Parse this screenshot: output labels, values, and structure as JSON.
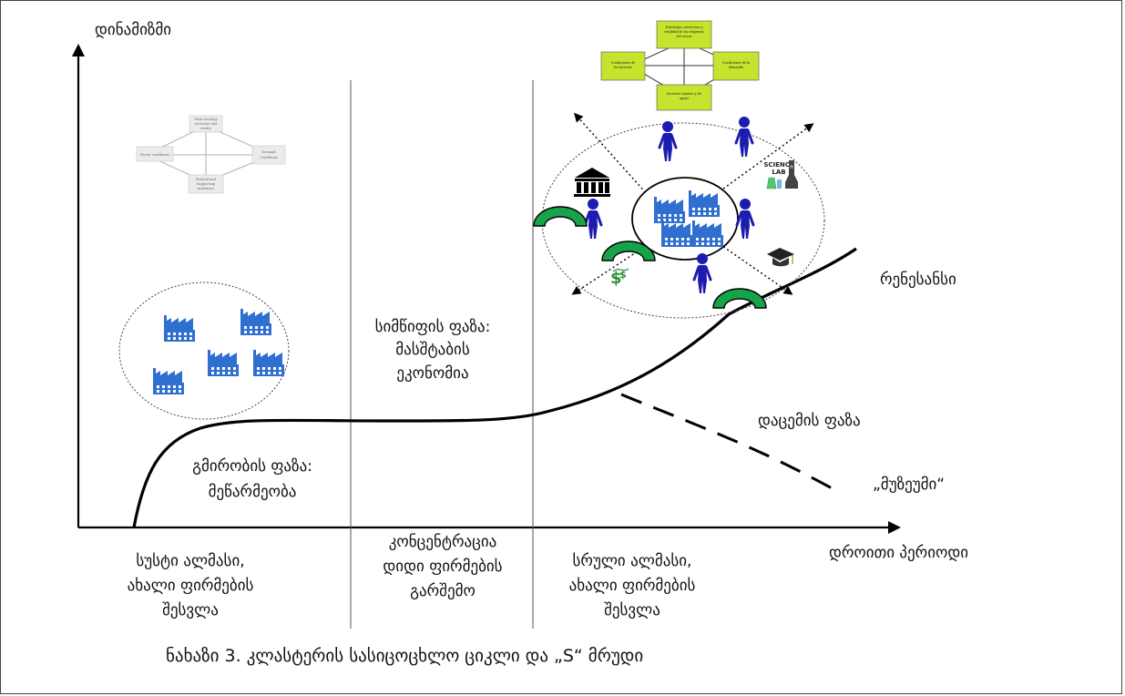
{
  "axes": {
    "y_label": "დინამიზმი",
    "x_label": "დროითი პერიოდი"
  },
  "phases": {
    "heroic": [
      "გმირობის ფაზა:",
      "მეწარმეობა"
    ],
    "competition": [
      "სიმწიფის ფაზა:",
      "მასშტაბის",
      "ეკონომია"
    ],
    "renaissance": "რენესანსი",
    "decline": "დაცემის ფაზა",
    "museum": "„მუზეუმი“"
  },
  "bottom_labels": {
    "col1": [
      "სუსტი ალმასი,",
      "ახალი ფირმების",
      "შესვლა"
    ],
    "col2": [
      "კონცენტრაცია",
      "დიდი ფირმების",
      "გარშემო"
    ],
    "col3": [
      "სრული ალმასი,",
      "ახალი ფირმების",
      "შესვლა"
    ]
  },
  "caption": "ნახაზი 3. კლასტერის სასიცოცხლო ციკლი და „S“ მრუდი",
  "small_diamond": {
    "top": [
      "Firm strategy",
      "structure and",
      "rivalry"
    ],
    "left": "Factor conditions",
    "right": [
      "Demand",
      "Conditions"
    ],
    "bottom": [
      "Related and",
      "Supporting",
      "industries"
    ]
  },
  "green_diamond": {
    "top": [
      "Estrategia, estructura y",
      "rivalidad de las empresas",
      "del sector"
    ],
    "left": [
      "Condiciones de",
      "los factores"
    ],
    "right": [
      "Condiciones de la",
      "demanda"
    ],
    "bottom": [
      "Sectores conexos y de",
      "apoyo"
    ]
  },
  "science_lab": [
    "SCIENCE",
    "LAB"
  ],
  "colors": {
    "factory": "#2f6fd0",
    "person": "#1c1cb0",
    "arc": "#16a34a",
    "diamond_box": "#c6e32e"
  }
}
